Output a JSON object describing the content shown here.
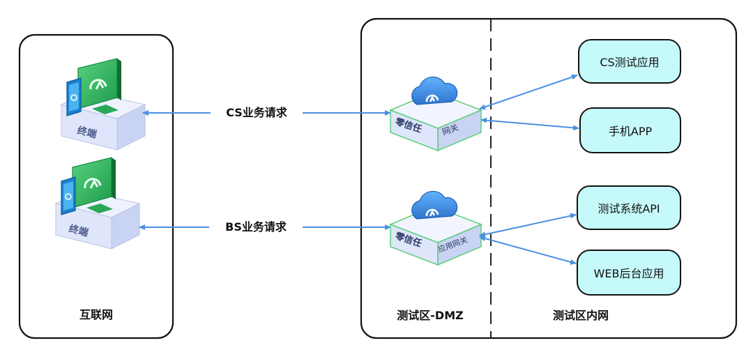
{
  "zones": {
    "internet_label": "互联网",
    "dmz_label": "测试区-DMZ",
    "intranet_label": "测试区内网"
  },
  "terminals": [
    {
      "label": "终端"
    },
    {
      "label": "终端"
    }
  ],
  "requests": {
    "cs": "CS业务请求",
    "bs": "BS业务请求"
  },
  "gateways": [
    {
      "brand": "零信任",
      "type": "网关"
    },
    {
      "brand": "零信任",
      "type": "应用网关"
    }
  ],
  "services": [
    {
      "label": "CS测试应用"
    },
    {
      "label": "手机APP"
    },
    {
      "label": "测试系统API"
    },
    {
      "label": "WEB后台应用"
    }
  ],
  "colors": {
    "service_fill": "#c6fafa",
    "arrow": "#4a90e2",
    "box_fill": "#dfe6fb",
    "screen": "#3ebe6b",
    "cloud": "#3e86d8"
  }
}
